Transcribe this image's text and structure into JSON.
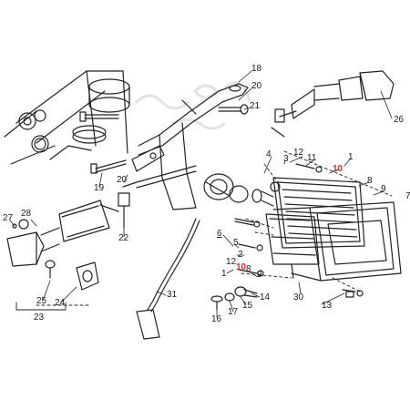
{
  "colors": {
    "line": "#222222",
    "callout": "#1a1a1a",
    "callout_red": "#d42a2a",
    "watermark": "#e2e2e2",
    "background": "#ffffff"
  },
  "callouts": {
    "c18": "18",
    "c20a": "20",
    "c21": "21",
    "c26": "26",
    "c4": "4",
    "c3": "3",
    "c12a": "12",
    "c11": "11",
    "c10a": "10",
    "c1a": "1",
    "c8a": "8",
    "c9a": "9",
    "c7": "7",
    "c19": "19",
    "c20b": "20",
    "c22": "22",
    "c27": "27",
    "c28": "28",
    "c6": "6",
    "c5": "5",
    "c2": "2",
    "c12b": "12",
    "c10b": "10",
    "c8b": "8",
    "c1b": "1",
    "c9b": "9",
    "c31": "31",
    "c14": "14",
    "c30": "30",
    "c13": "13",
    "c25": "25",
    "c24": "24",
    "c23": "23",
    "c16": "16",
    "c17": "17",
    "c15": "15"
  }
}
